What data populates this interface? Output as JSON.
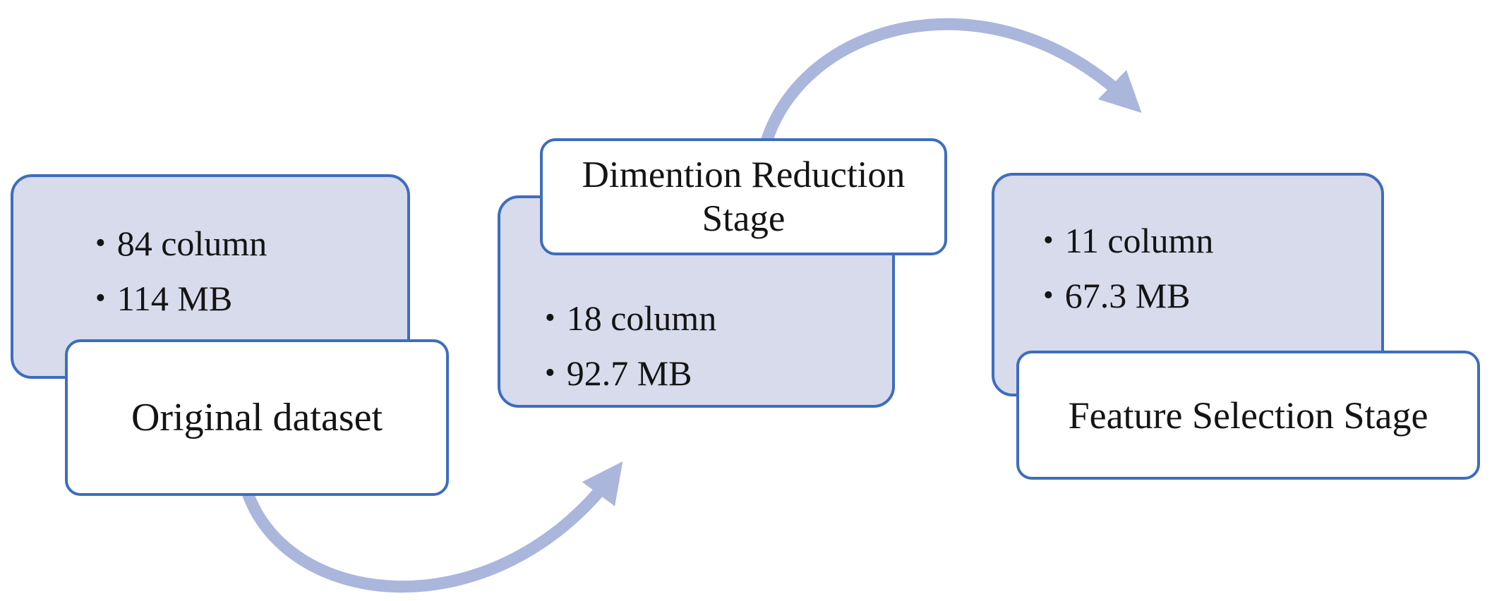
{
  "diagram": {
    "type": "flow-diagram",
    "bullet_char": "•",
    "colors": {
      "background": "#ffffff",
      "box_fill": "#d7dbec",
      "box_border": "#3e6dbe",
      "label_fill": "#ffffff",
      "arrow": "#aab6dc",
      "text": "#141414"
    },
    "stages": [
      {
        "id": "original-dataset",
        "label": "Original dataset",
        "bullets": [
          "84 column",
          "114 MB"
        ]
      },
      {
        "id": "dimension-reduction",
        "label": "Dimention Reduction Stage",
        "bullets": [
          "18 column",
          "92.7 MB"
        ]
      },
      {
        "id": "feature-selection",
        "label": "Feature Selection Stage",
        "bullets": [
          "11 column",
          "67.3 MB"
        ]
      }
    ],
    "connectors": [
      {
        "name": "original-to-dimension-reduction",
        "style": "curved-arrow",
        "direction": "up-right"
      },
      {
        "name": "dimension-reduction-to-feature-selection",
        "style": "curved-arrow",
        "direction": "over-top-right"
      }
    ]
  }
}
